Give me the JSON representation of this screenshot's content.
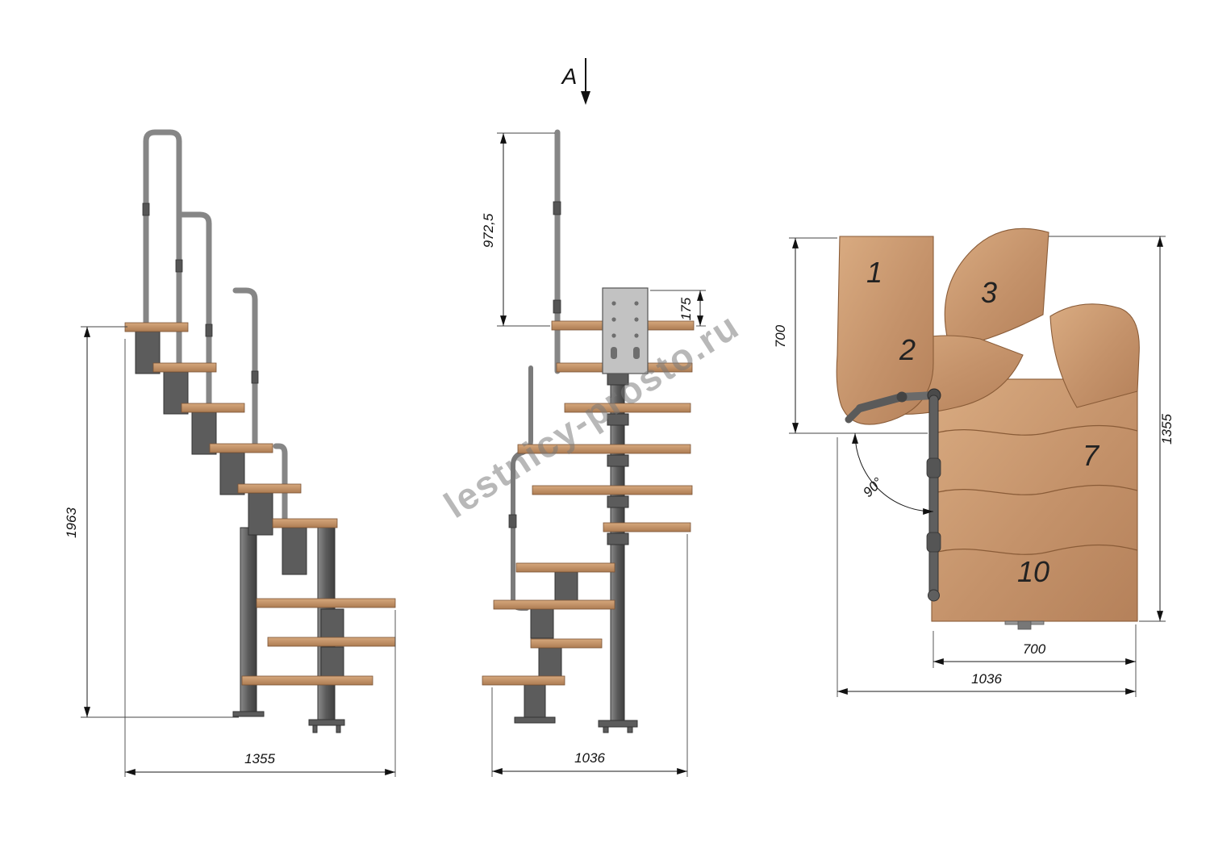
{
  "watermark": {
    "text": "lestnicy-prosto.ru"
  },
  "side_view": {
    "height_dim": "1963",
    "width_dim": "1355"
  },
  "front_view": {
    "section_label": "A",
    "rail_height_dim": "972,5",
    "plate_height_dim": "175",
    "width_dim": "1036"
  },
  "plan_view": {
    "tread_numbers": {
      "t1": "1",
      "t2": "2",
      "t3": "3",
      "t7": "7",
      "t10": "10"
    },
    "landing_depth_dim": "700",
    "total_length_dim": "1355",
    "turn_angle_dim": "90°",
    "flight_width_dim": "700",
    "total_width_dim": "1036"
  },
  "colors": {
    "wood": "#c89a72",
    "metal": "#5c5c5c",
    "dimension_lines": "#1a1a1a",
    "watermark": "#787878"
  }
}
